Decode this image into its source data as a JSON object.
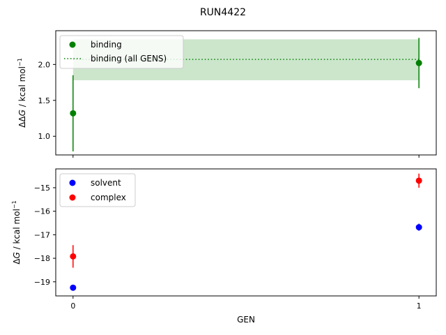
{
  "suptitle": "RUN4422",
  "chart_data": [
    {
      "type": "scatter",
      "panel": "top",
      "ylabel": {
        "main": "ΔΔ",
        "ital": "G",
        "rest": " / kcal mol",
        "sup": "−1"
      },
      "xlabel": "",
      "xlim": [
        -0.05,
        1.05
      ],
      "ylim": [
        0.74,
        2.47
      ],
      "xticks": [
        0,
        1
      ],
      "xtick_labels_visible": false,
      "yticks": [
        1.0,
        1.5,
        2.0
      ],
      "ytick_labels": [
        "1.0",
        "1.5",
        "2.0"
      ],
      "legend_position": "upper left",
      "series": [
        {
          "name": "binding",
          "kind": "errorbar-points",
          "color": "#008000",
          "x": [
            0,
            1
          ],
          "y": [
            1.32,
            2.02
          ],
          "yerr": [
            0.53,
            0.35
          ]
        },
        {
          "name": "binding (all GENS)",
          "kind": "hline-band",
          "color": "#008000",
          "band_color": "#008000",
          "band_opacity": 0.2,
          "y": 2.07,
          "band": [
            1.78,
            2.35
          ],
          "x_range": [
            0,
            1
          ]
        }
      ]
    },
    {
      "type": "scatter",
      "panel": "bottom",
      "ylabel": {
        "main": "Δ",
        "ital": "G",
        "rest": " / kcal mol",
        "sup": "−1"
      },
      "xlabel": "GEN",
      "xlim": [
        -0.05,
        1.05
      ],
      "ylim": [
        -19.6,
        -14.2
      ],
      "xticks": [
        0,
        1
      ],
      "xtick_labels": [
        "0",
        "1"
      ],
      "yticks": [
        -19,
        -18,
        -17,
        -16,
        -15
      ],
      "ytick_labels": [
        "−19",
        "−18",
        "−17",
        "−16",
        "−15"
      ],
      "legend_position": "upper left",
      "series": [
        {
          "name": "solvent",
          "kind": "errorbar-points",
          "color": "#0000ff",
          "x": [
            0,
            1
          ],
          "y": [
            -19.25,
            -16.68
          ],
          "yerr": [
            0.12,
            0.15
          ]
        },
        {
          "name": "complex",
          "kind": "errorbar-points",
          "color": "#ff0000",
          "x": [
            0,
            1
          ],
          "y": [
            -17.92,
            -14.7
          ],
          "yerr": [
            0.48,
            0.3
          ]
        }
      ]
    }
  ]
}
